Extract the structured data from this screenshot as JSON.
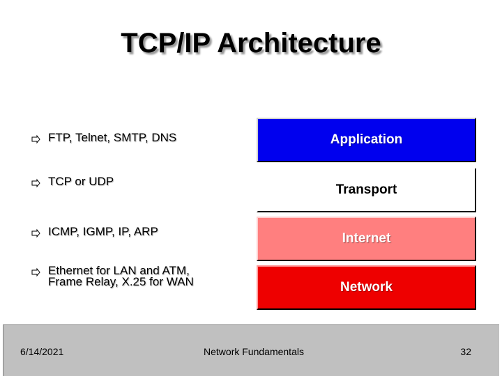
{
  "slide": {
    "title": "TCP/IP Architecture"
  },
  "bullets": [
    {
      "text": "FTP, Telnet, SMTP, DNS",
      "icon": "bullet-arrow-icon"
    },
    {
      "text": "TCP or UDP",
      "icon": "bullet-arrow-icon"
    },
    {
      "text": "ICMP, IGMP, IP, ARP",
      "icon": "bullet-arrow-icon"
    },
    {
      "text": "Ethernet for LAN and ATM,\nFrame Relay, X.25 for WAN",
      "icon": "bullet-arrow-icon"
    }
  ],
  "layers": [
    {
      "label": "Application",
      "color": "#0000ee"
    },
    {
      "label": "Transport",
      "color": "#ffffff"
    },
    {
      "label": "Internet",
      "color": "#ff7f7f"
    },
    {
      "label": "Network",
      "color": "#ee0000"
    }
  ],
  "footer": {
    "date": "6/14/2021",
    "center": "Network Fundamentals",
    "page": "32"
  }
}
